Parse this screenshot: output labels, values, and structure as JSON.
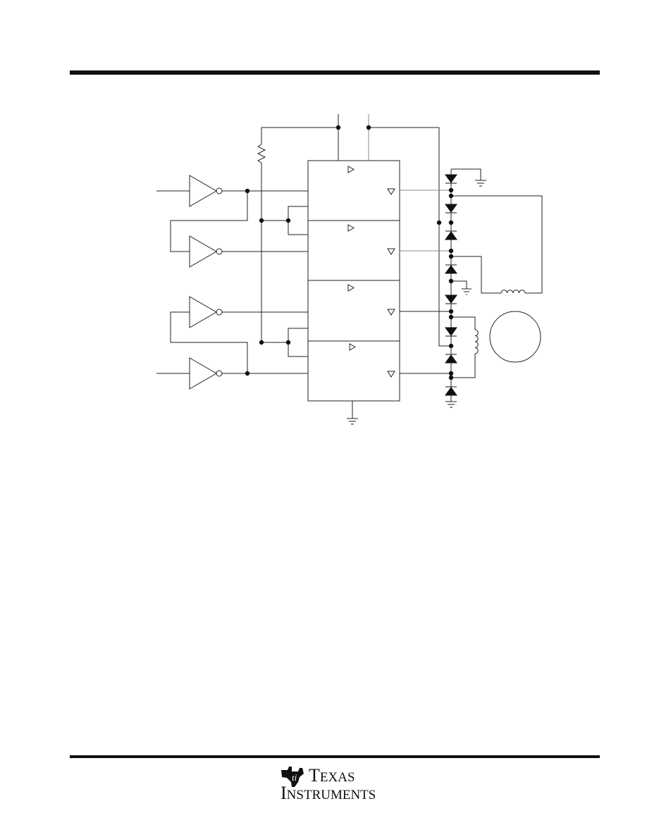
{
  "footer": {
    "brand_line1_cap": "T",
    "brand_line1_rest": "EXAS",
    "brand_line2_cap": "I",
    "brand_line2_rest": "NSTRUMENTS",
    "logo_icon": "ti-logo-icon"
  },
  "colors": {
    "ink": "#111111",
    "wire": "#222222",
    "grey_wire": "#888888"
  }
}
